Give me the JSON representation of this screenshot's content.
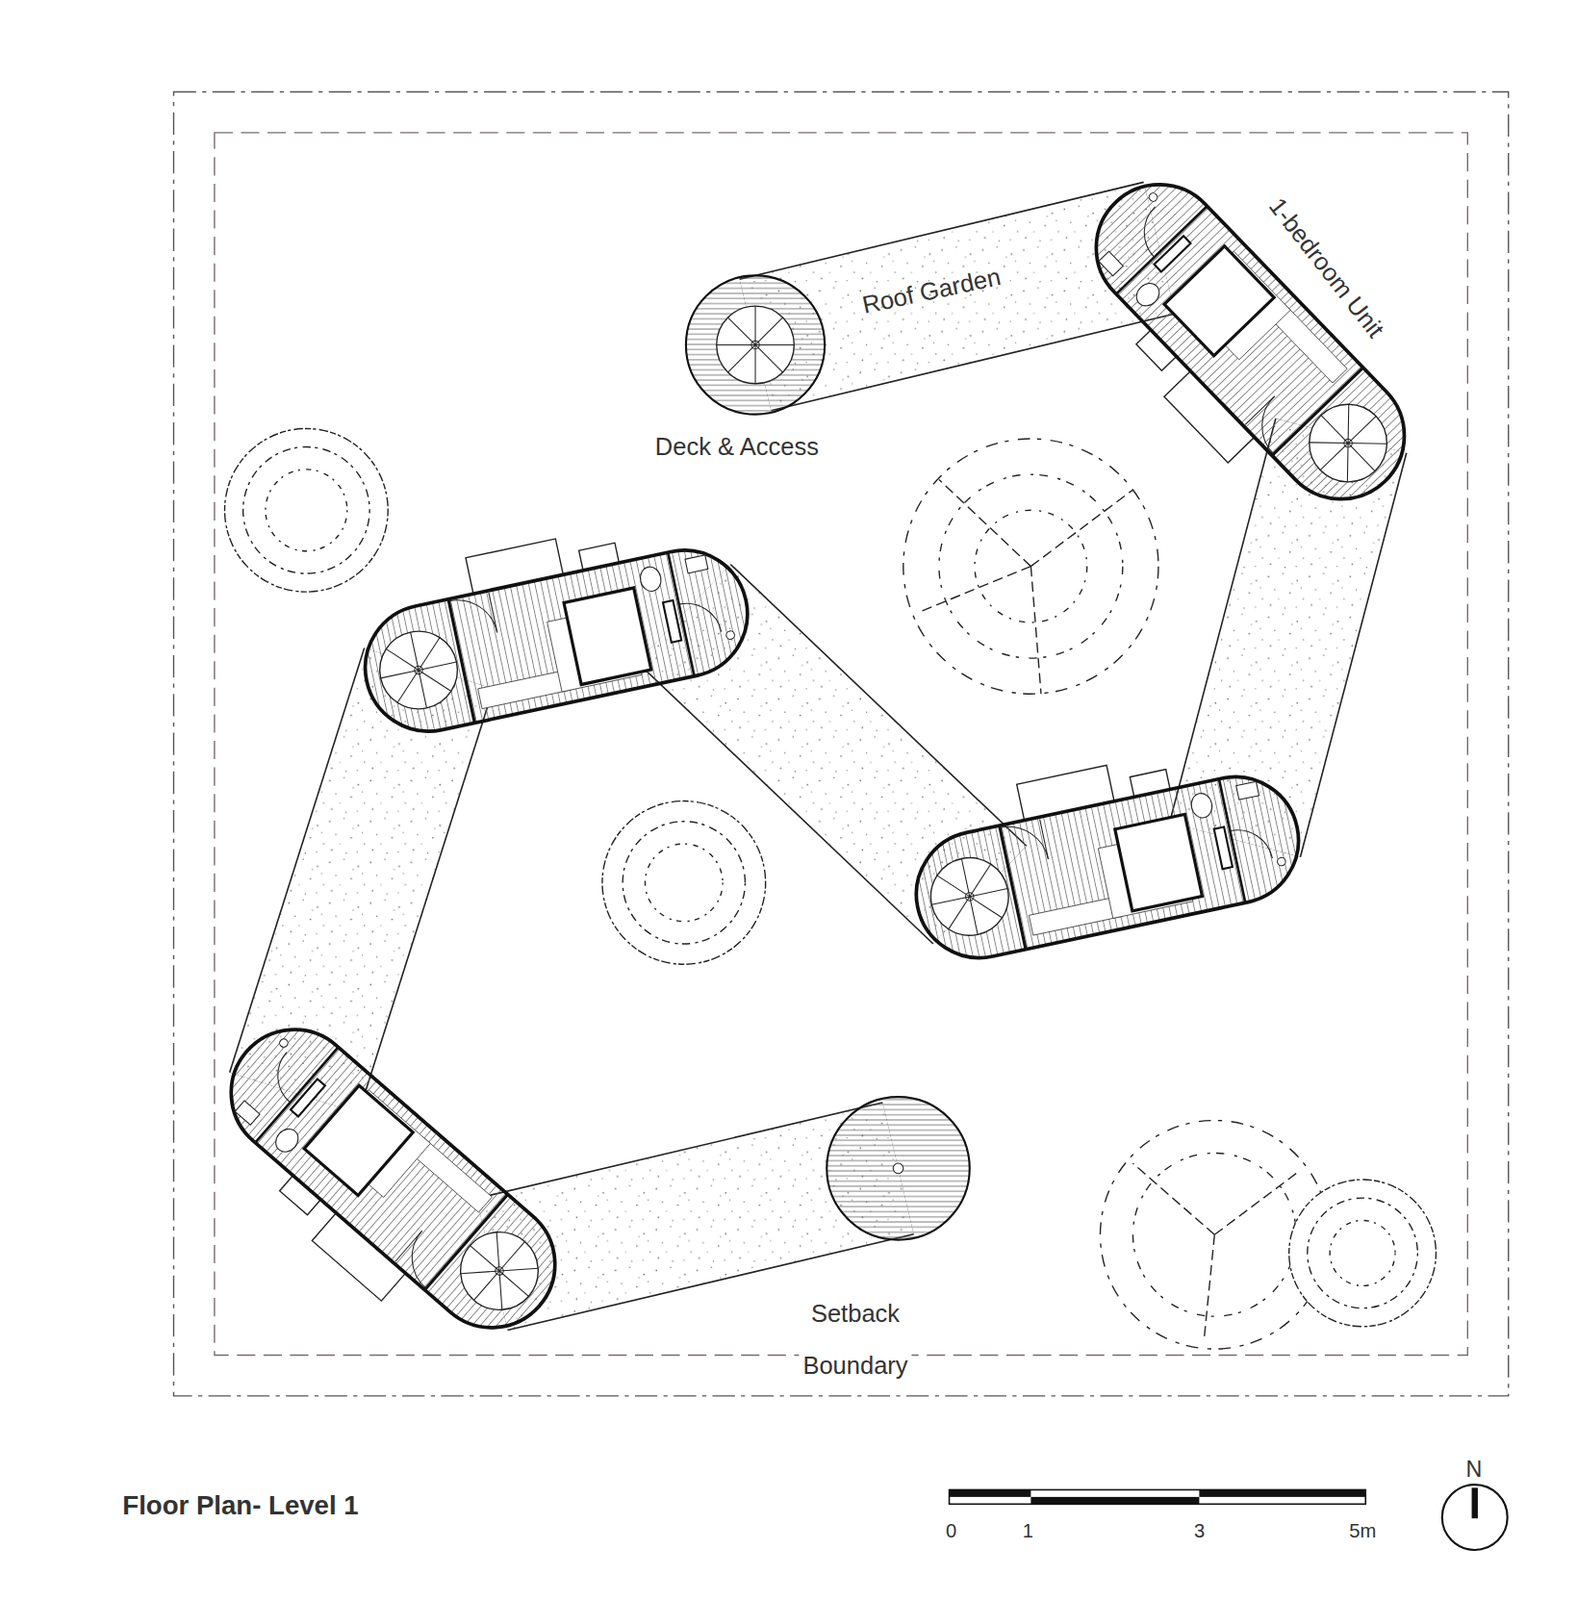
{
  "diagram": {
    "title": "Floor Plan- Level 1",
    "labels": [
      "Roof Garden",
      "1-bedroom Unit",
      "Deck & Access",
      "Setback",
      "Boundary",
      "0",
      "1",
      "3",
      "5m",
      "N"
    ]
  }
}
